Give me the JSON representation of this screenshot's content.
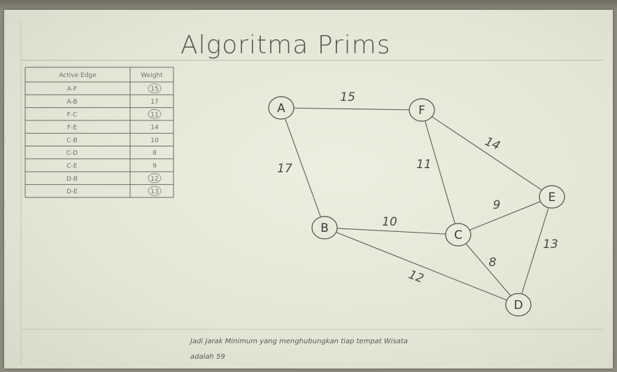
{
  "title": "Algoritma Prims",
  "table": {
    "headers": [
      "Active Edge",
      "Weight"
    ],
    "rows": [
      {
        "edge": "A-F",
        "weight": "15",
        "circled": true
      },
      {
        "edge": "A-B",
        "weight": "17",
        "circled": false
      },
      {
        "edge": "F-C",
        "weight": "11",
        "circled": true
      },
      {
        "edge": "F-E",
        "weight": "14",
        "circled": false
      },
      {
        "edge": "C-B",
        "weight": "10",
        "circled": false
      },
      {
        "edge": "C-D",
        "weight": "8",
        "circled": false
      },
      {
        "edge": "C-E",
        "weight": "9",
        "circled": false
      },
      {
        "edge": "D-B",
        "weight": "12",
        "circled": true
      },
      {
        "edge": "D-E",
        "weight": "13",
        "circled": true
      }
    ]
  },
  "graph": {
    "nodes": [
      "A",
      "F",
      "B",
      "C",
      "E",
      "D"
    ],
    "edges": [
      {
        "from": "A",
        "to": "F",
        "weight": "15"
      },
      {
        "from": "A",
        "to": "B",
        "weight": "17"
      },
      {
        "from": "F",
        "to": "C",
        "weight": "11"
      },
      {
        "from": "F",
        "to": "E",
        "weight": "14"
      },
      {
        "from": "B",
        "to": "C",
        "weight": "10"
      },
      {
        "from": "C",
        "to": "E",
        "weight": "9"
      },
      {
        "from": "C",
        "to": "D",
        "weight": "8"
      },
      {
        "from": "B",
        "to": "D",
        "weight": "12"
      },
      {
        "from": "E",
        "to": "D",
        "weight": "13"
      }
    ]
  },
  "footer": {
    "line1": "Jadi Jarak Minimum yang menghubungkan tiap tempat Wisata",
    "line2": "adalah 59"
  },
  "colors": {
    "ink": "#4a4a4a",
    "paper": "#e6e9d8",
    "pencil": "#7a7a7a"
  }
}
